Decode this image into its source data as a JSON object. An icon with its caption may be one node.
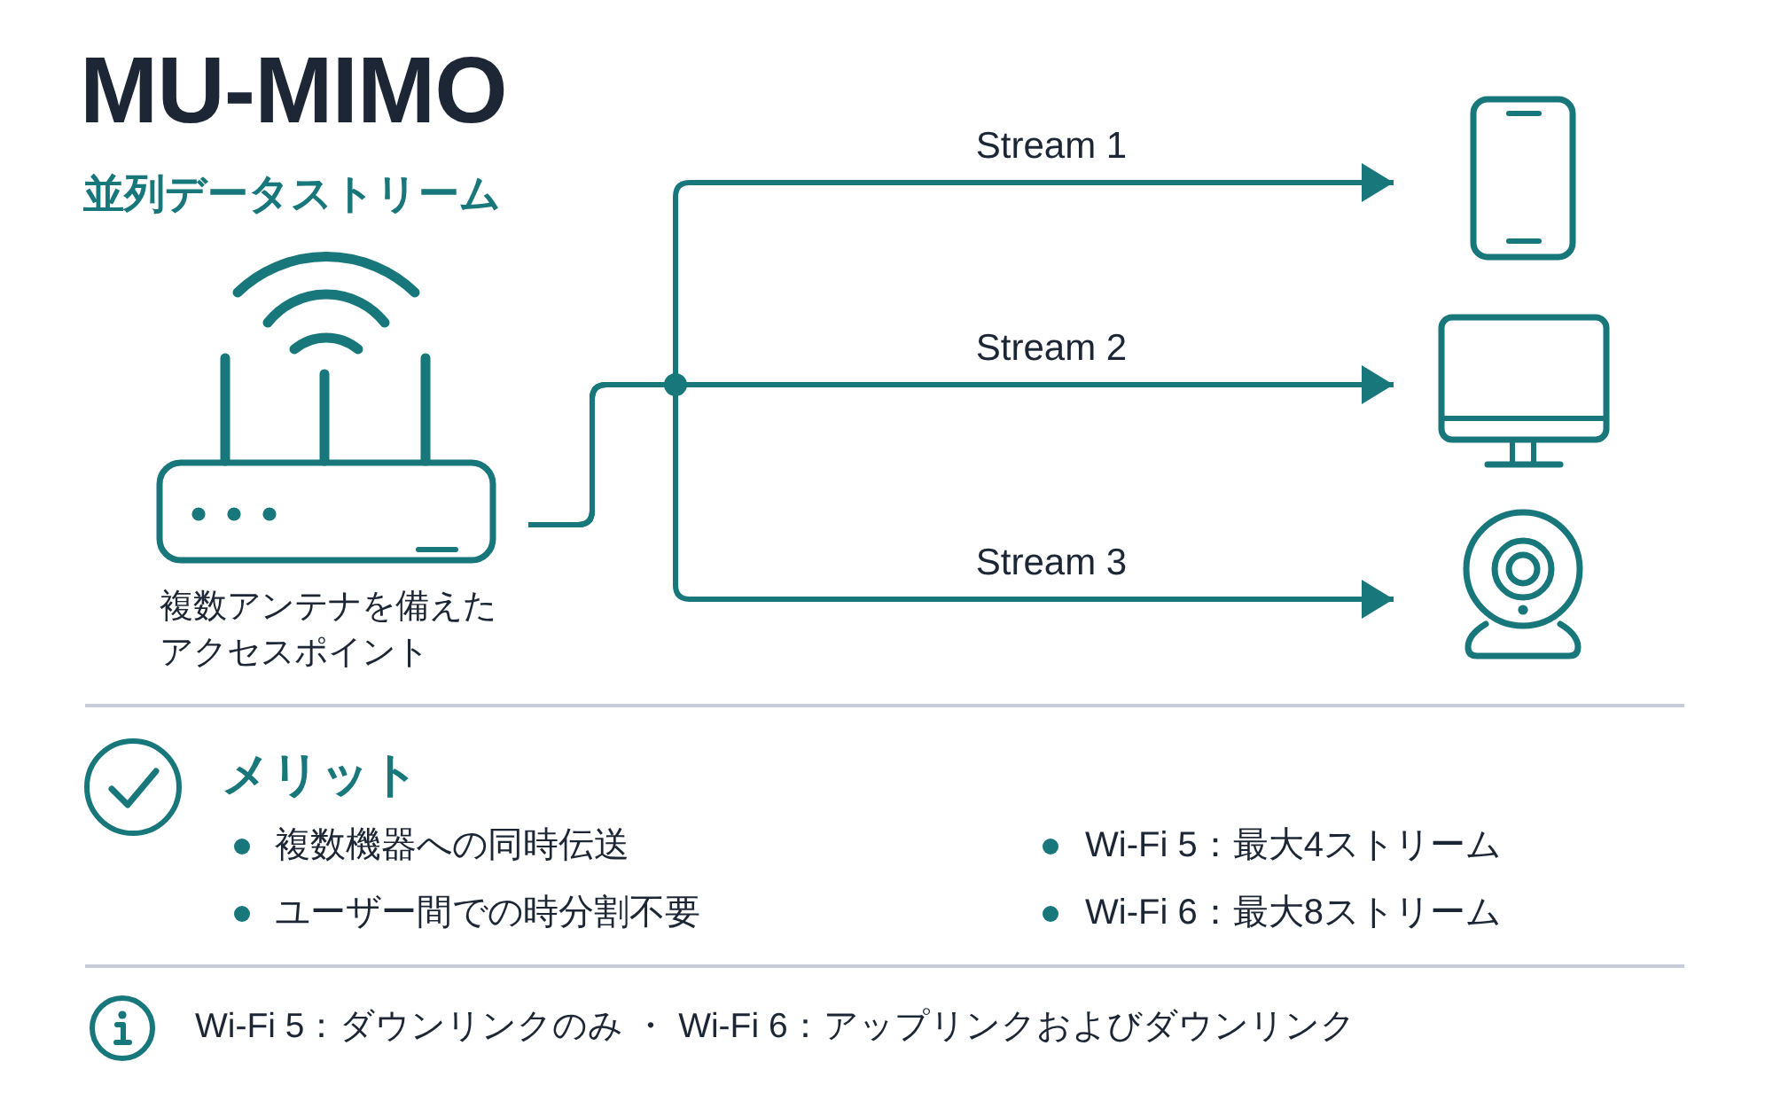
{
  "diagram": {
    "title": "MU-MIMO",
    "nodes": [
      {
        "text": [],
        "shape": "picture",
        "beside": [
          "複数アンテナを備えたアクセスポイント"
        ]
      },
      {
        "text": [],
        "shape": "picture"
      },
      {
        "text": [],
        "shape": "picture"
      },
      {
        "text": [],
        "shape": "picture"
      }
    ],
    "edges": [
      {
        "from": 0,
        "to": 1,
        "arrow": "to",
        "label": "Stream 1"
      },
      {
        "from": 0,
        "to": 2,
        "arrow": "to",
        "label": "Stream 2"
      },
      {
        "from": 0,
        "to": 3,
        "arrow": "to",
        "label": "Stream 3"
      }
    ],
    "labels": [
      "並列データストリーム",
      "メリット",
      "複数機器への同時伝送",
      "Wi-Fi 5：最大4ストリーム",
      "ユーザー間での時分割不要",
      "Wi-Fi 6：最大8ストリーム",
      "Wi-Fi 5：ダウンリンクのみ ・ Wi-Fi 6：アップリンクおよびダウンリンク"
    ]
  }
}
